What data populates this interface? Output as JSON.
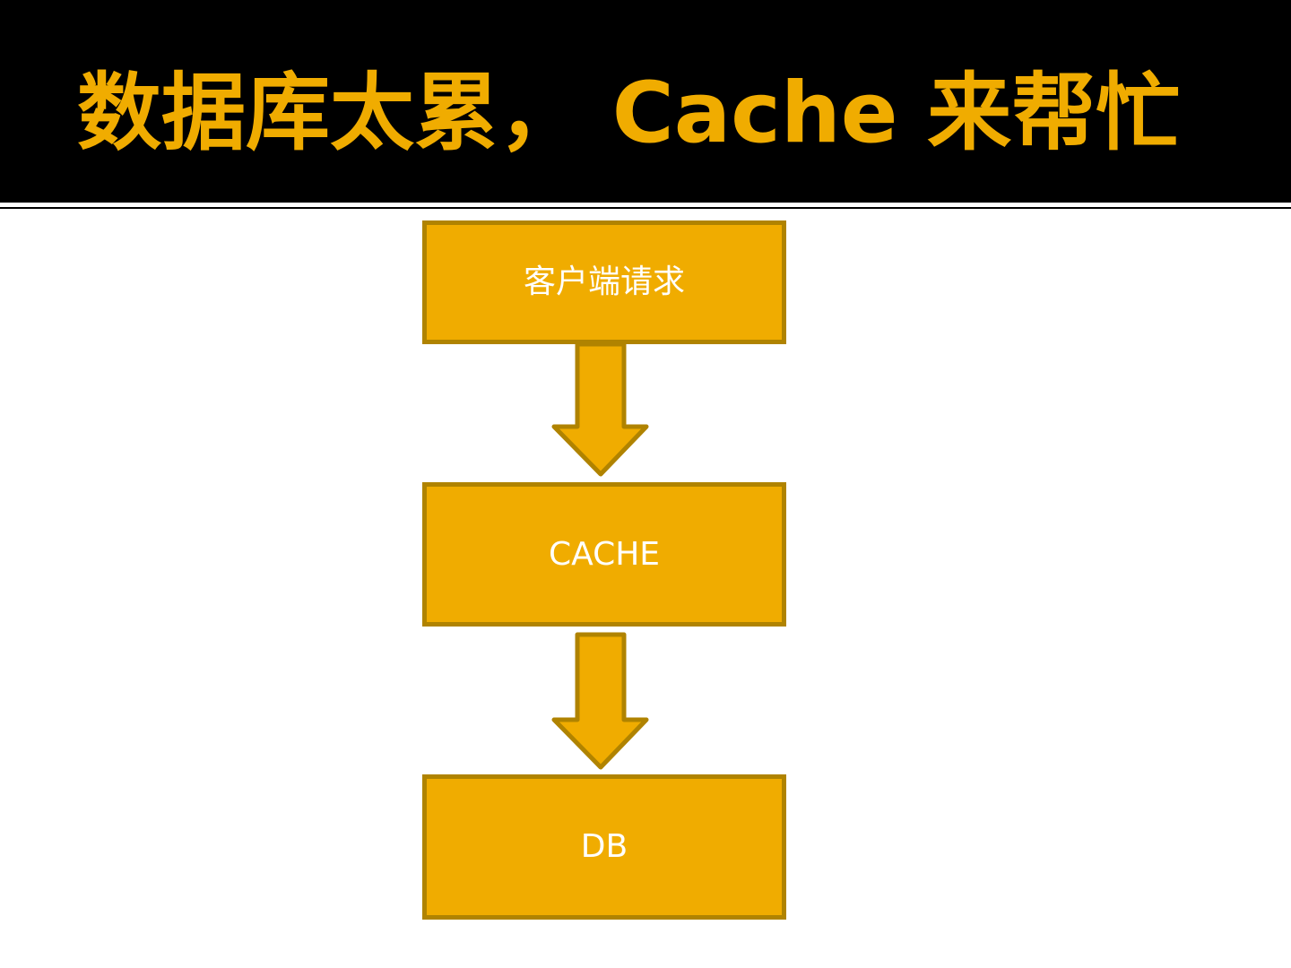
{
  "slide": {
    "title": "数据库太累， Cache 来帮忙"
  },
  "diagram": {
    "nodes": [
      {
        "id": "client",
        "label": "客户端请求"
      },
      {
        "id": "cache",
        "label": "CACHE"
      },
      {
        "id": "db",
        "label": "DB"
      }
    ],
    "edges": [
      {
        "from": "client",
        "to": "cache"
      },
      {
        "from": "cache",
        "to": "db"
      }
    ]
  },
  "colors": {
    "title": "#f0ac00",
    "header_band": "#000000",
    "box_fill": "#f0ac00",
    "box_border": "#b08300",
    "box_text": "#ffffff"
  }
}
